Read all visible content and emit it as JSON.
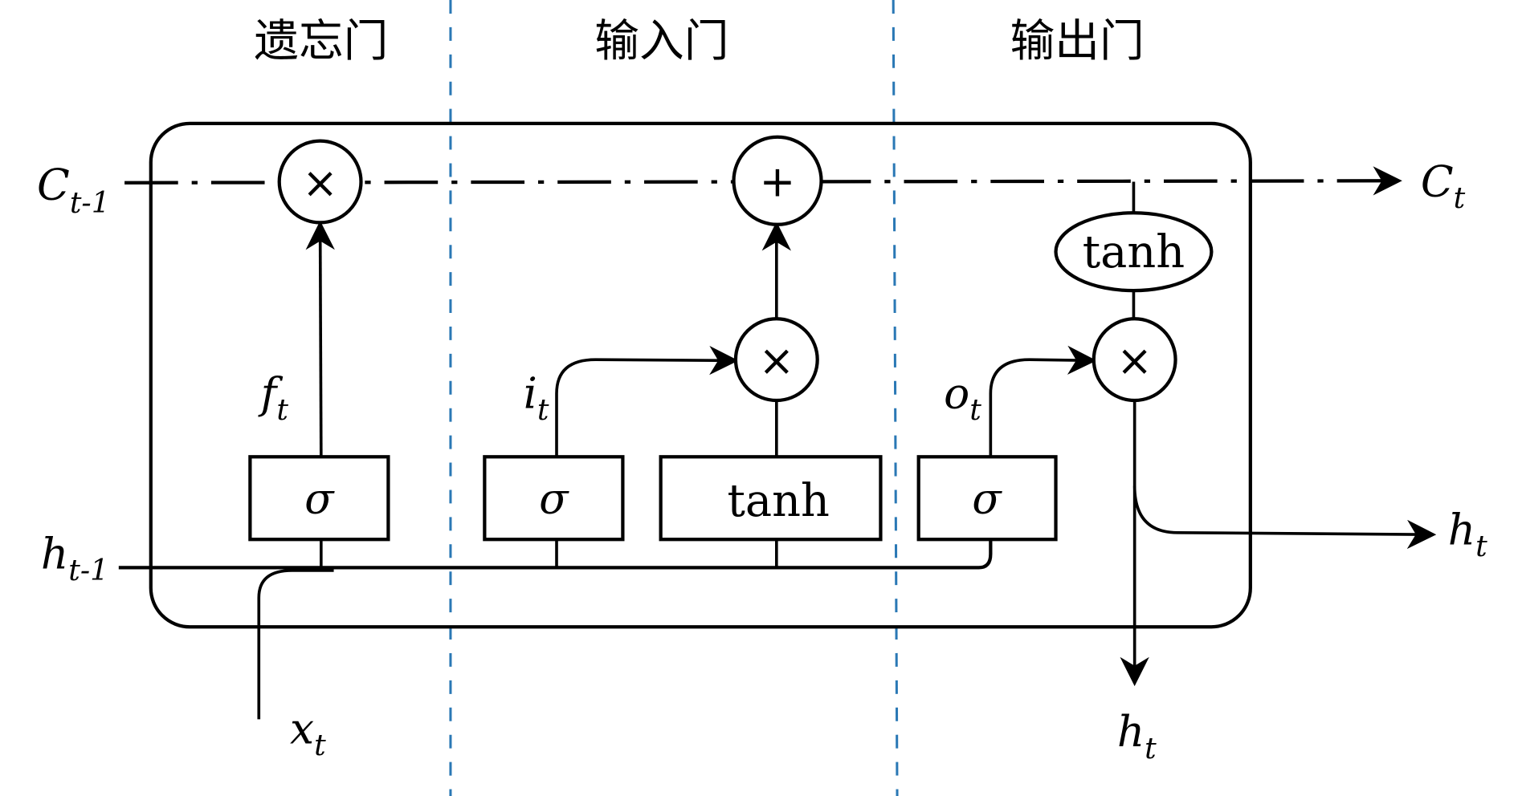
{
  "headers": {
    "forget_gate": "遗忘门",
    "input_gate": "输入门",
    "output_gate": "输出门"
  },
  "inputs": {
    "c_prev": "C",
    "c_prev_sub": "t-1",
    "h_prev": "h",
    "h_prev_sub": "t-1",
    "x": "x",
    "x_sub": "t"
  },
  "outputs": {
    "c": "C",
    "c_sub": "t",
    "h_right": "h",
    "h_right_sub": "t",
    "h_down": "h",
    "h_down_sub": "t"
  },
  "gates": {
    "f": "f",
    "f_sub": "t",
    "i": "i",
    "i_sub": "t",
    "o": "o",
    "o_sub": "t"
  },
  "boxes": {
    "forget_sigma": "σ",
    "input_sigma": "σ",
    "candidate_tanh": "tanh",
    "output_sigma": "σ",
    "cell_tanh": "tanh"
  },
  "ops": {
    "forget_mul": "×",
    "cell_add": "+",
    "input_mul": "×",
    "output_mul": "×"
  },
  "colors": {
    "separator": "#2a78b5",
    "lines": "#000000"
  }
}
